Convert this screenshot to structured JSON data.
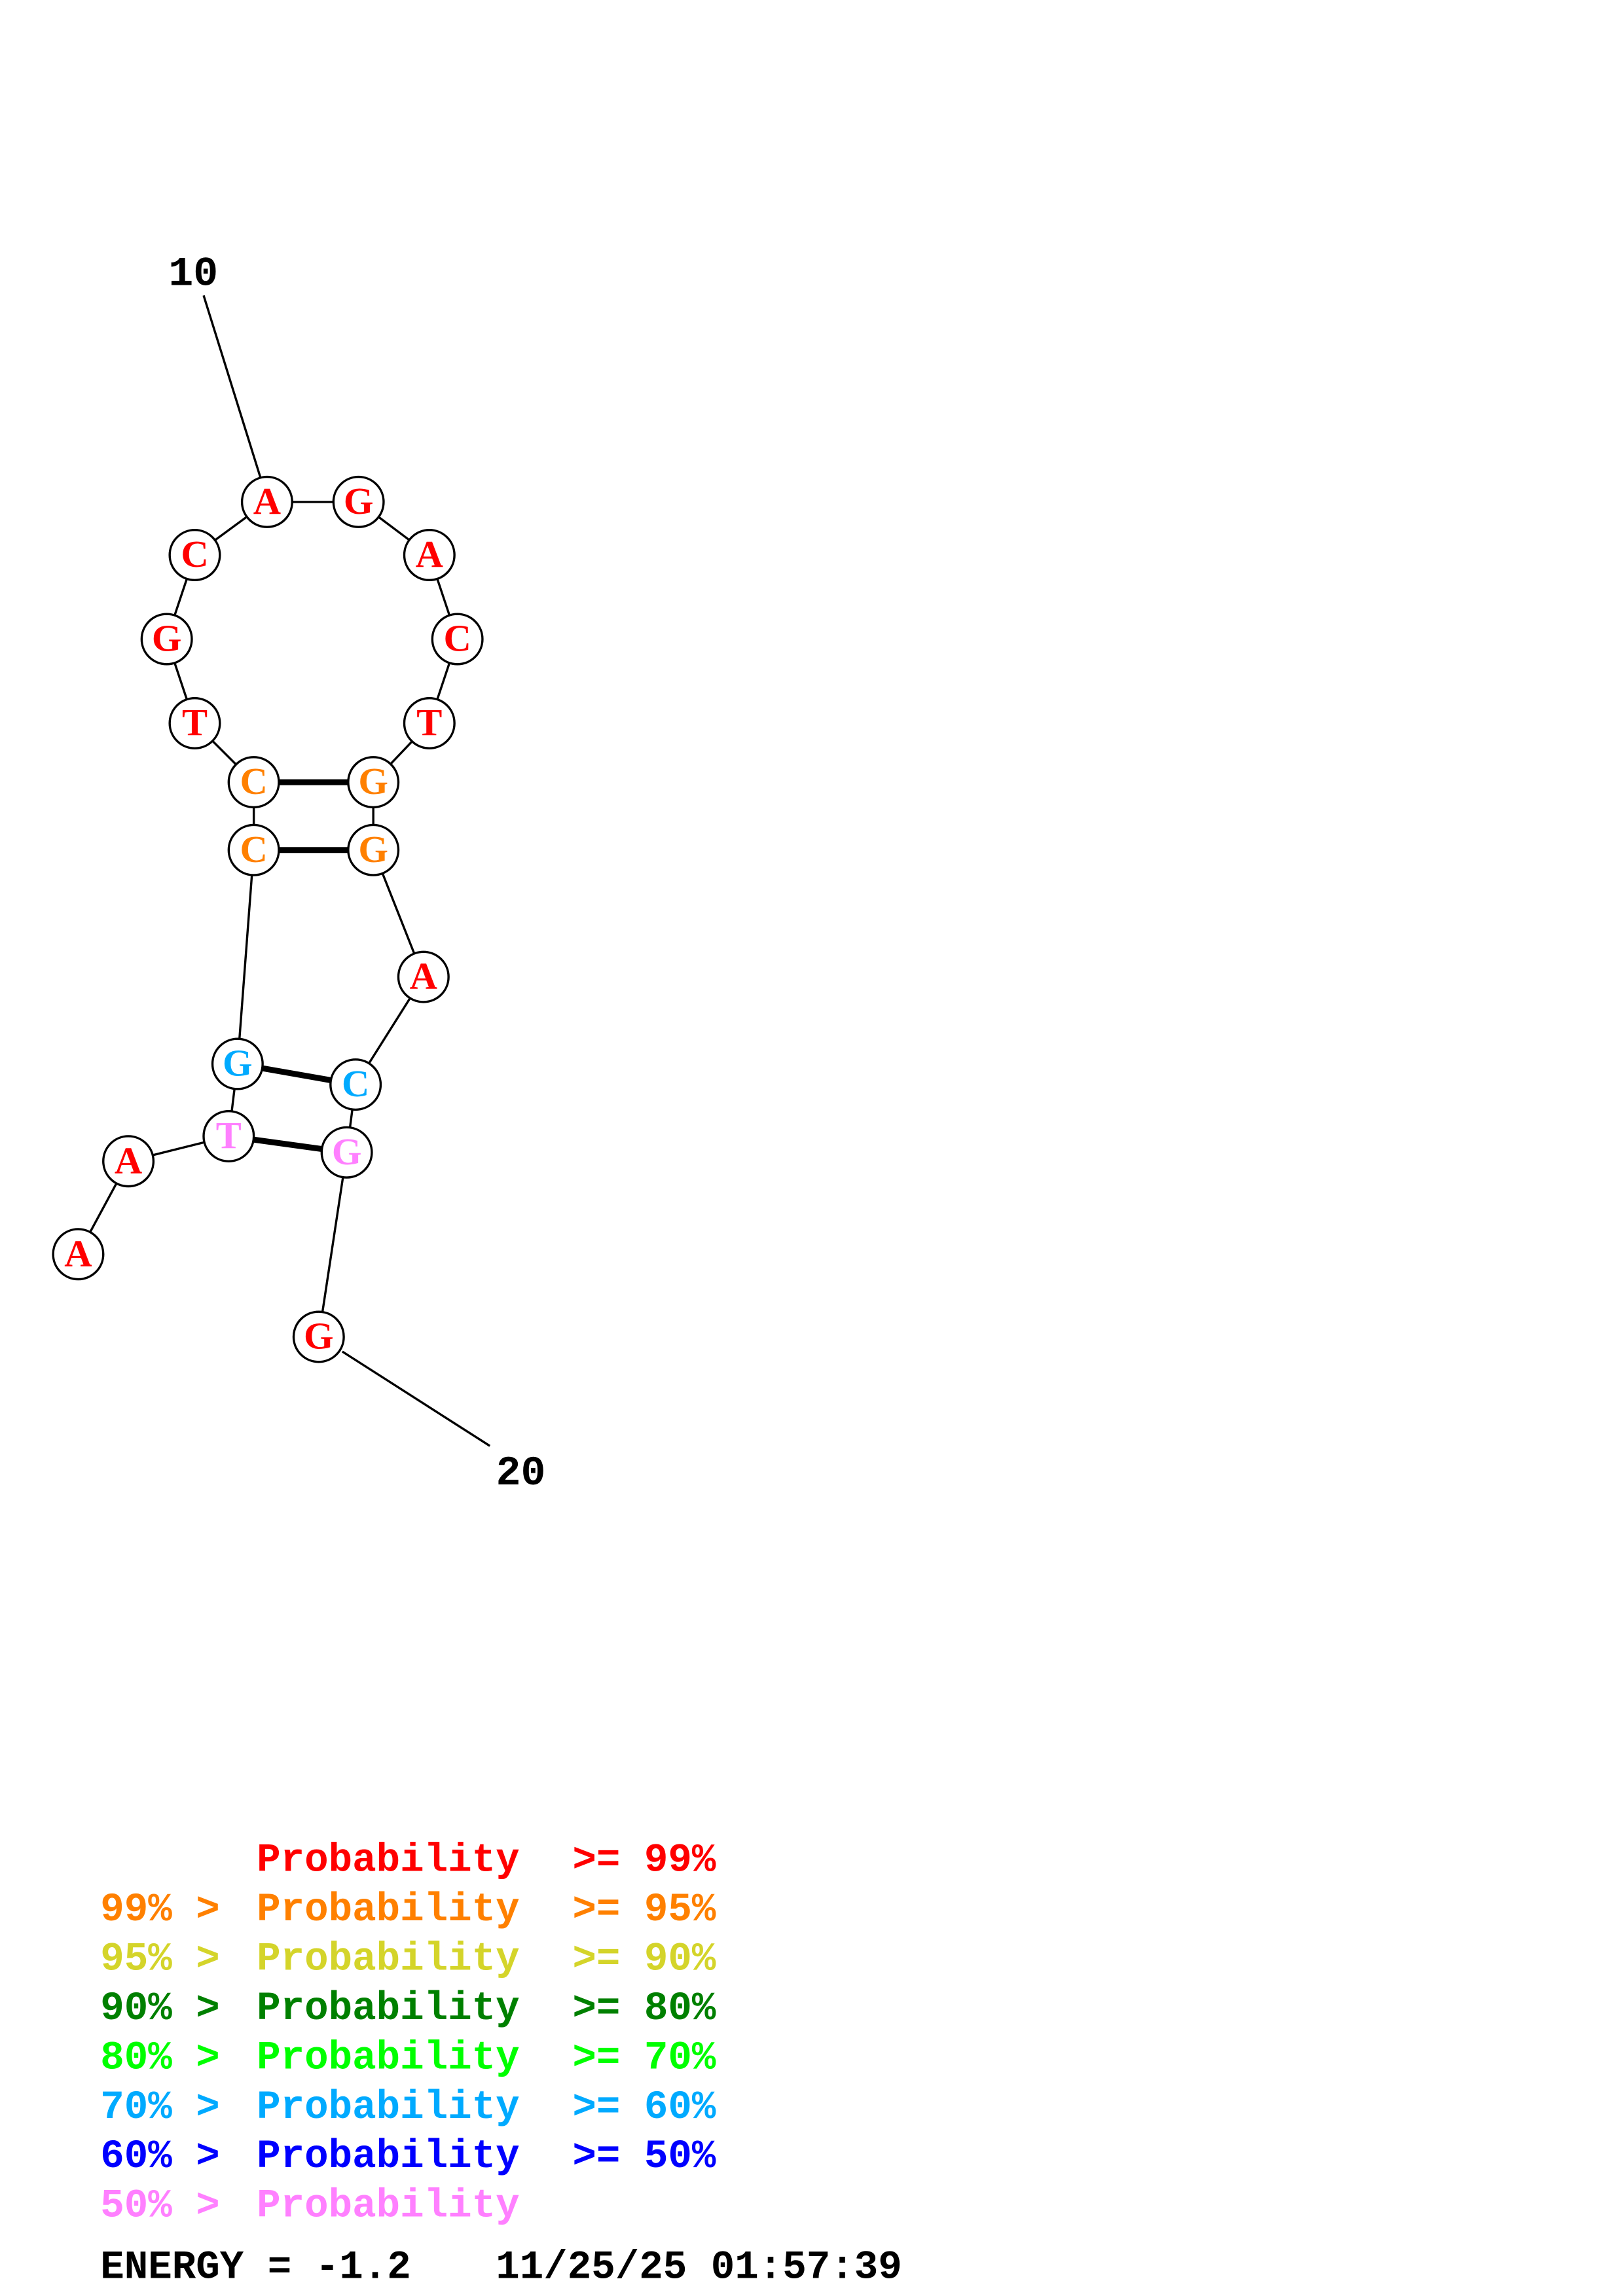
{
  "colors": {
    "p99": "#ff0000",
    "p95": "#ff8000",
    "p90": "#d4d42a",
    "p80": "#008000",
    "p70": "#00ff00",
    "p60": "#00aaff",
    "p50": "#0000ff",
    "plow": "#ff80ff"
  },
  "structure": {
    "bases": [
      {
        "base": "A",
        "cls": "p99"
      },
      {
        "base": "A",
        "cls": "p99"
      },
      {
        "base": "T",
        "cls": "plow"
      },
      {
        "base": "G",
        "cls": "p60"
      },
      {
        "base": "C",
        "cls": "p95"
      },
      {
        "base": "C",
        "cls": "p95"
      },
      {
        "base": "T",
        "cls": "p99"
      },
      {
        "base": "G",
        "cls": "p99"
      },
      {
        "base": "C",
        "cls": "p99"
      },
      {
        "base": "A",
        "cls": "p99"
      },
      {
        "base": "G",
        "cls": "p99"
      },
      {
        "base": "A",
        "cls": "p99"
      },
      {
        "base": "C",
        "cls": "p99"
      },
      {
        "base": "T",
        "cls": "p99"
      },
      {
        "base": "G",
        "cls": "p95"
      },
      {
        "base": "G",
        "cls": "p95"
      },
      {
        "base": "A",
        "cls": "p99"
      },
      {
        "base": "C",
        "cls": "p60"
      },
      {
        "base": "G",
        "cls": "plow"
      },
      {
        "base": "G",
        "cls": "p99"
      }
    ],
    "pairs": [
      [
        5,
        14
      ],
      [
        4,
        15
      ],
      [
        3,
        17
      ],
      [
        2,
        18
      ]
    ],
    "index_labels": [
      {
        "text": "10",
        "base": 9
      },
      {
        "text": "20",
        "base": 19
      }
    ]
  },
  "legend": [
    {
      "prefix": "",
      "middle": "Probability",
      "suffix": ">= 99%",
      "cls": "p99"
    },
    {
      "prefix": "99% >",
      "middle": "Probability",
      "suffix": ">= 95%",
      "cls": "p95"
    },
    {
      "prefix": "95% >",
      "middle": "Probability",
      "suffix": ">= 90%",
      "cls": "p90"
    },
    {
      "prefix": "90% >",
      "middle": "Probability",
      "suffix": ">= 80%",
      "cls": "p80"
    },
    {
      "prefix": "80% >",
      "middle": "Probability",
      "suffix": ">= 70%",
      "cls": "p70"
    },
    {
      "prefix": "70% >",
      "middle": "Probability",
      "suffix": ">= 60%",
      "cls": "p60"
    },
    {
      "prefix": "60% >",
      "middle": "Probability",
      "suffix": ">= 50%",
      "cls": "p50"
    },
    {
      "prefix": "50% >",
      "middle": "Probability",
      "suffix": "",
      "cls": "plow"
    }
  ],
  "footer": {
    "energy": "ENERGY = -1.2",
    "timestamp": "11/25/25 01:57:39"
  }
}
